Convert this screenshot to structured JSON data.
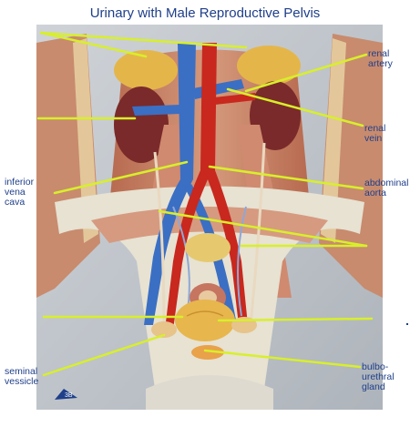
{
  "title": "Urinary with Male Reproductive Pelvis",
  "labels": {
    "renal_artery": [
      "renal",
      "artery"
    ],
    "renal_vein": [
      "renal",
      "vein"
    ],
    "inferior_vena_cava": [
      "inferior",
      "vena",
      "cava"
    ],
    "abdominal_aorta": [
      "abdominal",
      "aorta"
    ],
    "seminal_vesicle": [
      "seminal",
      "vessicle"
    ],
    "bulbourethral_gland": [
      "bulbo-",
      "urethral",
      "gland"
    ]
  },
  "colors": {
    "title": "#1f3f8a",
    "leader_line": "#d8ef2a",
    "vein": "#3a6fc4",
    "artery": "#c8281e",
    "muscle": "#c9866a",
    "kidney": "#7a2a2a"
  },
  "logo_text": "3B"
}
